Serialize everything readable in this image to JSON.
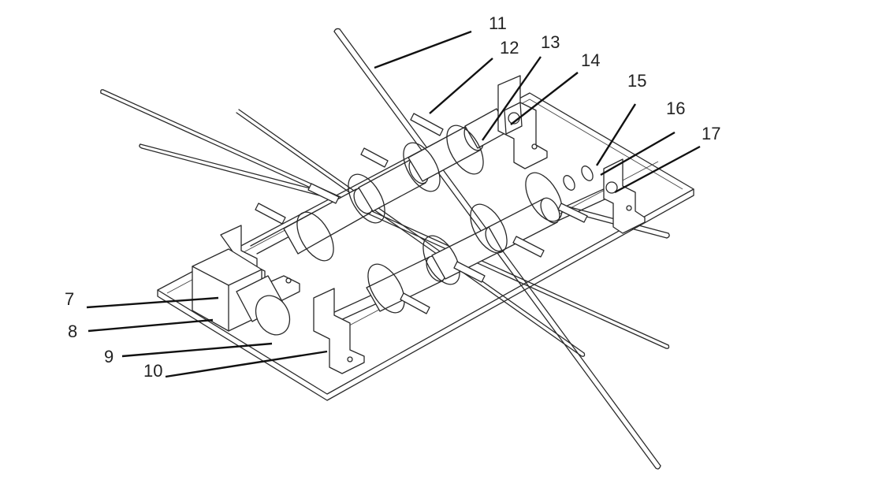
{
  "callouts": [
    {
      "id": "7",
      "text": "7"
    },
    {
      "id": "8",
      "text": "8"
    },
    {
      "id": "9",
      "text": "9"
    },
    {
      "id": "10",
      "text": "10"
    },
    {
      "id": "11",
      "text": "11"
    },
    {
      "id": "12",
      "text": "12"
    },
    {
      "id": "13",
      "text": "13"
    },
    {
      "id": "14",
      "text": "14"
    },
    {
      "id": "15",
      "text": "15"
    },
    {
      "id": "16",
      "text": "16"
    },
    {
      "id": "17",
      "text": "17"
    }
  ],
  "colors": {
    "line": "#2a2a2a",
    "fill": "#ffffff",
    "label": "#222222"
  }
}
